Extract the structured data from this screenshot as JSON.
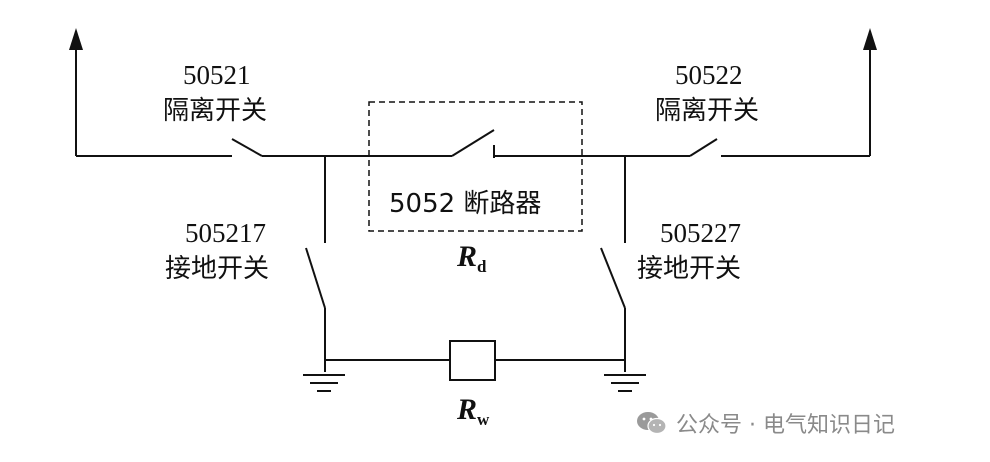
{
  "switches": {
    "left_isolator": {
      "code": "50521",
      "name": "隔离开关"
    },
    "right_isolator": {
      "code": "50522",
      "name": "隔离开关"
    },
    "breaker": {
      "label": "5052 断路器"
    },
    "left_ground": {
      "code": "505217",
      "name": "接地开关"
    },
    "right_ground": {
      "code": "505227",
      "name": "接地开关"
    }
  },
  "resistors": {
    "rd": {
      "symbol": "R",
      "sub": "d"
    },
    "rw": {
      "symbol": "R",
      "sub": "w"
    }
  },
  "watermark": {
    "text": "公众号 · 电气知识日记"
  }
}
